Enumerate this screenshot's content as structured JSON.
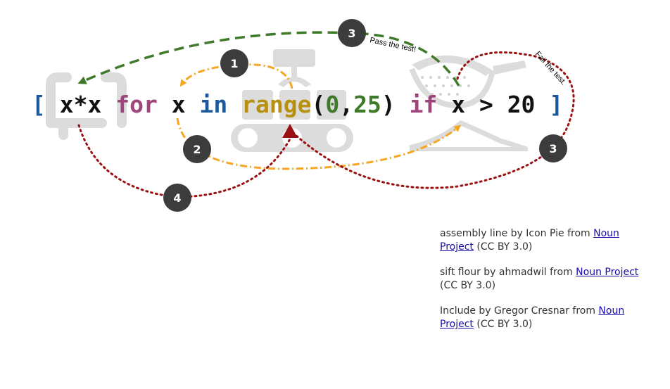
{
  "code_tokens": [
    {
      "text": "[",
      "color": "#1d5a9c",
      "name": "token-open-bracket"
    },
    {
      "text": "x*x",
      "color": "#111111",
      "name": "token-expression"
    },
    {
      "text": "for",
      "color": "#a0457c",
      "name": "token-for"
    },
    {
      "text": "x",
      "color": "#111111",
      "name": "token-var"
    },
    {
      "text": "in",
      "color": "#1d5a9c",
      "name": "token-in"
    },
    {
      "text": "range",
      "color": "#b8900f",
      "name": "token-range"
    },
    {
      "text": "(",
      "color": "#111111",
      "name": "token-paren-open"
    },
    {
      "text": "0",
      "color": "#3d7a2a",
      "name": "token-start"
    },
    {
      "text": ",",
      "color": "#111111",
      "name": "token-comma"
    },
    {
      "text": "25",
      "color": "#3d7a2a",
      "name": "token-stop"
    },
    {
      "text": ")",
      "color": "#111111",
      "name": "token-paren-close"
    },
    {
      "text": "if",
      "color": "#a0457c",
      "name": "token-if"
    },
    {
      "text": "x",
      "color": "#111111",
      "name": "token-cond-var"
    },
    {
      "text": ">",
      "color": "#111111",
      "name": "token-gt"
    },
    {
      "text": "20",
      "color": "#111111",
      "name": "token-threshold"
    },
    {
      "text": "]",
      "color": "#1d5a9c",
      "name": "token-close-bracket"
    }
  ],
  "badges": {
    "step1": "1",
    "step2": "2",
    "step3_pass": "3",
    "step3_fail": "3",
    "step4": "4"
  },
  "arc_labels": {
    "pass": "Pass the test!",
    "fail": "Fail the test."
  },
  "icons": {
    "include": "include-icon",
    "assembly_line": "assembly-line-icon",
    "sift": "sift-flour-icon"
  },
  "colors": {
    "badge": "#3c3c3c",
    "arrow_orange": "#f5a623",
    "arrow_green": "#3f7a2a",
    "arrow_red": "#9b1111",
    "icon_gray": "#dcdcdc"
  },
  "credits": [
    {
      "prefix": "assembly line by Icon Pie from ",
      "link": "Noun Project",
      "suffix": " (CC BY 3.0)"
    },
    {
      "prefix": "sift flour by ahmadwil from ",
      "link": "Noun Project",
      "suffix": " (CC BY 3.0)"
    },
    {
      "prefix": "Include by Gregor Cresnar from ",
      "link": "Noun Project",
      "suffix": " (CC BY 3.0)"
    }
  ]
}
